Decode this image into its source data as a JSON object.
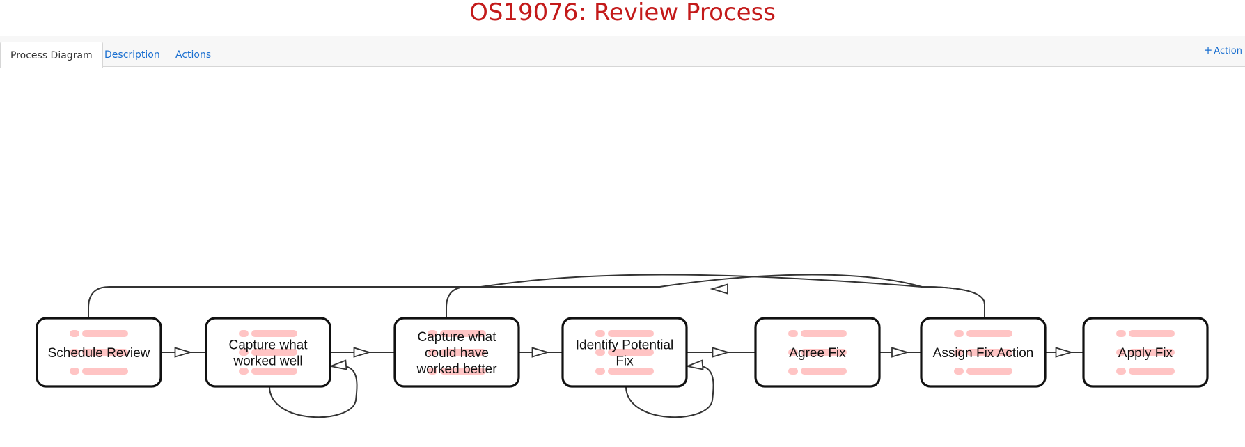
{
  "page": {
    "title": "OS19076: Review Process"
  },
  "tabs": [
    {
      "label": "Process Diagram",
      "active": true
    },
    {
      "label": "Description",
      "active": false
    },
    {
      "label": "Actions",
      "active": false
    }
  ],
  "toolbar": {
    "add_action_label": "Action",
    "add_action_icon": "plus-icon"
  },
  "diagram": {
    "nodes": [
      {
        "id": "schedule-review",
        "lines": [
          "Schedule Review"
        ]
      },
      {
        "id": "capture-worked-well",
        "lines": [
          "Capture what",
          "worked well"
        ]
      },
      {
        "id": "capture-worked-better",
        "lines": [
          "Capture what",
          "could have",
          "worked better"
        ]
      },
      {
        "id": "identify-fix",
        "lines": [
          "Identify Potential",
          "Fix"
        ]
      },
      {
        "id": "agree-fix",
        "lines": [
          "Agree Fix"
        ]
      },
      {
        "id": "assign-fix-action",
        "lines": [
          "Assign Fix Action"
        ]
      },
      {
        "id": "apply-fix",
        "lines": [
          "Apply Fix"
        ]
      }
    ],
    "edges": [
      {
        "from": "schedule-review",
        "to": "capture-worked-well"
      },
      {
        "from": "capture-worked-well",
        "to": "capture-worked-better"
      },
      {
        "from": "capture-worked-well",
        "to": "capture-worked-well"
      },
      {
        "from": "capture-worked-better",
        "to": "identify-fix"
      },
      {
        "from": "identify-fix",
        "to": "agree-fix"
      },
      {
        "from": "identify-fix",
        "to": "identify-fix"
      },
      {
        "from": "agree-fix",
        "to": "assign-fix-action"
      },
      {
        "from": "assign-fix-action",
        "to": "apply-fix"
      },
      {
        "from": "assign-fix-action",
        "to": "capture-worked-better"
      },
      {
        "from": "assign-fix-action",
        "to": "schedule-review"
      }
    ],
    "colors": {
      "node_stroke": "#111111",
      "edge_stroke": "#333333",
      "placeholder_fill": "#ffc4c4"
    }
  }
}
